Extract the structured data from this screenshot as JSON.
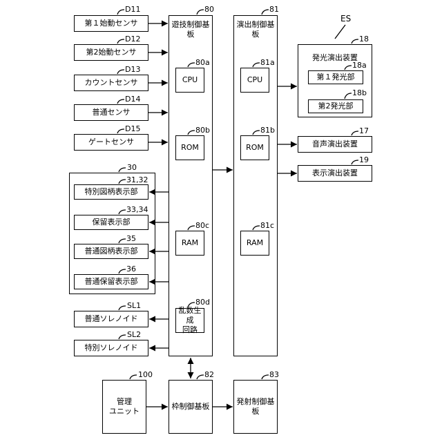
{
  "sensors": [
    {
      "id": "D11",
      "label": "第１始動センサ"
    },
    {
      "id": "D12",
      "label": "第2始動センサ"
    },
    {
      "id": "D13",
      "label": "カウントセンサ"
    },
    {
      "id": "D14",
      "label": "普通センサ"
    },
    {
      "id": "D15",
      "label": "ゲートセンサ"
    }
  ],
  "display_group": {
    "id": "30",
    "items": [
      {
        "id": "31,32",
        "label": "特別図柄表示部"
      },
      {
        "id": "33,34",
        "label": "保留表示部"
      },
      {
        "id": "35",
        "label": "普通図柄表示部"
      },
      {
        "id": "36",
        "label": "普通保留表示部"
      }
    ]
  },
  "solenoids": [
    {
      "id": "SL1",
      "label": "普通ソレノイド"
    },
    {
      "id": "SL2",
      "label": "特別ソレノイド"
    }
  ],
  "game_board": {
    "id": "80",
    "label": "遊技制御基板",
    "cpu": {
      "id": "80a",
      "label": "CPU"
    },
    "rom": {
      "id": "80b",
      "label": "ROM"
    },
    "ram": {
      "id": "80c",
      "label": "RAM"
    },
    "rng": {
      "id": "80d",
      "label": "乱数生成\n回路"
    }
  },
  "effect_board": {
    "id": "81",
    "label": "演出制御基板",
    "cpu": {
      "id": "81a",
      "label": "CPU"
    },
    "rom": {
      "id": "81b",
      "label": "ROM"
    },
    "ram": {
      "id": "81c",
      "label": "RAM"
    }
  },
  "es_label": "ES",
  "light_device": {
    "id": "18",
    "label": "発光演出装置",
    "parts": [
      {
        "id": "18a",
        "label": "第１発光部"
      },
      {
        "id": "18b",
        "label": "第2発光部"
      }
    ]
  },
  "sound_device": {
    "id": "17",
    "label": "音声演出装置"
  },
  "display_device": {
    "id": "19",
    "label": "表示演出装置"
  },
  "management_unit": {
    "id": "100",
    "label": "管理\nユニット"
  },
  "frame_board": {
    "id": "82",
    "label": "枠制御基板"
  },
  "launch_board": {
    "id": "83",
    "label": "発射制御基板"
  }
}
